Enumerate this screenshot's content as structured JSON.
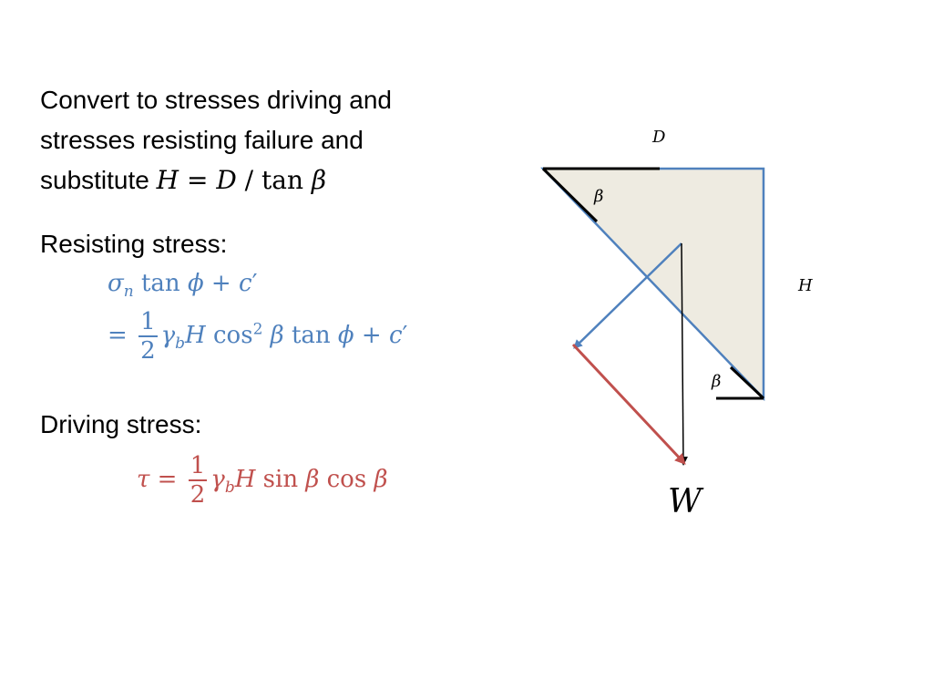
{
  "intro": {
    "line1": "Convert to stresses driving and",
    "line2": "stresses resisting failure and",
    "line3_prefix": "substitute ",
    "line3_formula": "H = D / tan β"
  },
  "resisting": {
    "heading": "Resisting stress:",
    "expr1": "σn tan ϕ + c′",
    "expr2": "= 1/2 γb H cos² β tan ϕ + c′"
  },
  "driving": {
    "heading": "Driving stress:",
    "expr": "τ = 1/2 γb H sin β cos β"
  },
  "diagram": {
    "label_D": "D",
    "label_H": "H",
    "label_beta_top": "β",
    "label_beta_bottom": "β",
    "label_W": "W"
  },
  "colors": {
    "resisting": "#4f81bd",
    "driving": "#c0504d",
    "wedge_fill": "#eeebe1",
    "wedge_edge": "#4f81bd",
    "horizontal_lines": "#000000"
  }
}
